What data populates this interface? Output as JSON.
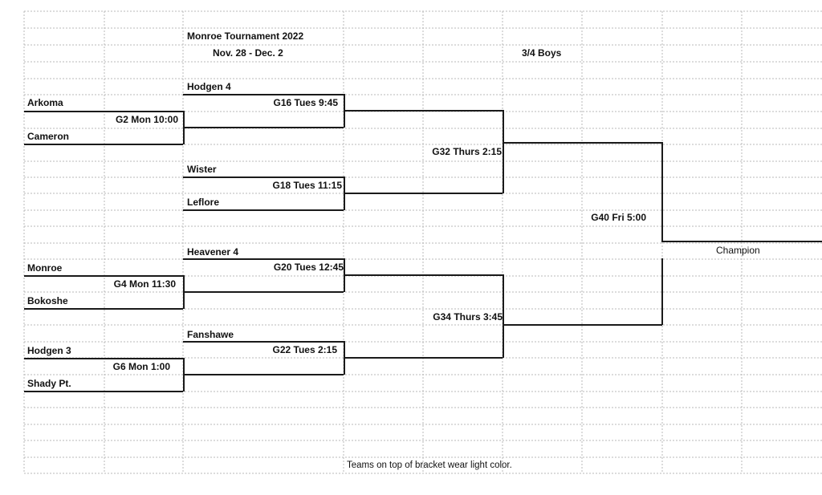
{
  "header": {
    "title": "Monroe Tournament 2022",
    "dates": "Nov. 28 - Dec. 2",
    "division": "3/4 Boys"
  },
  "round1": {
    "g2": {
      "label": "G2  Mon 10:00",
      "top": "Arkoma",
      "bottom": "Cameron"
    },
    "g4": {
      "label": "G4 Mon 11:30",
      "top": "Monroe",
      "bottom": "Bokoshe"
    },
    "g6": {
      "label": "G6 Mon 1:00",
      "top": "Hodgen 3",
      "bottom": "Shady Pt."
    }
  },
  "round2": {
    "g16": {
      "label": "G16 Tues 9:45",
      "top": "Hodgen 4"
    },
    "g18": {
      "label": "G18 Tues 11:15",
      "top": "Wister",
      "bottom": "Leflore"
    },
    "g20": {
      "label": "G20 Tues 12:45",
      "top": "Heavener 4"
    },
    "g22": {
      "label": "G22 Tues 2:15",
      "top": "Fanshawe"
    }
  },
  "round3": {
    "g32": {
      "label": "G32 Thurs 2:15"
    },
    "g34": {
      "label": "G34 Thurs 3:45"
    }
  },
  "final": {
    "g40": {
      "label": "G40 Fri 5:00"
    },
    "champion": "Champion"
  },
  "footer_note": "Teams on top of bracket wear light color."
}
